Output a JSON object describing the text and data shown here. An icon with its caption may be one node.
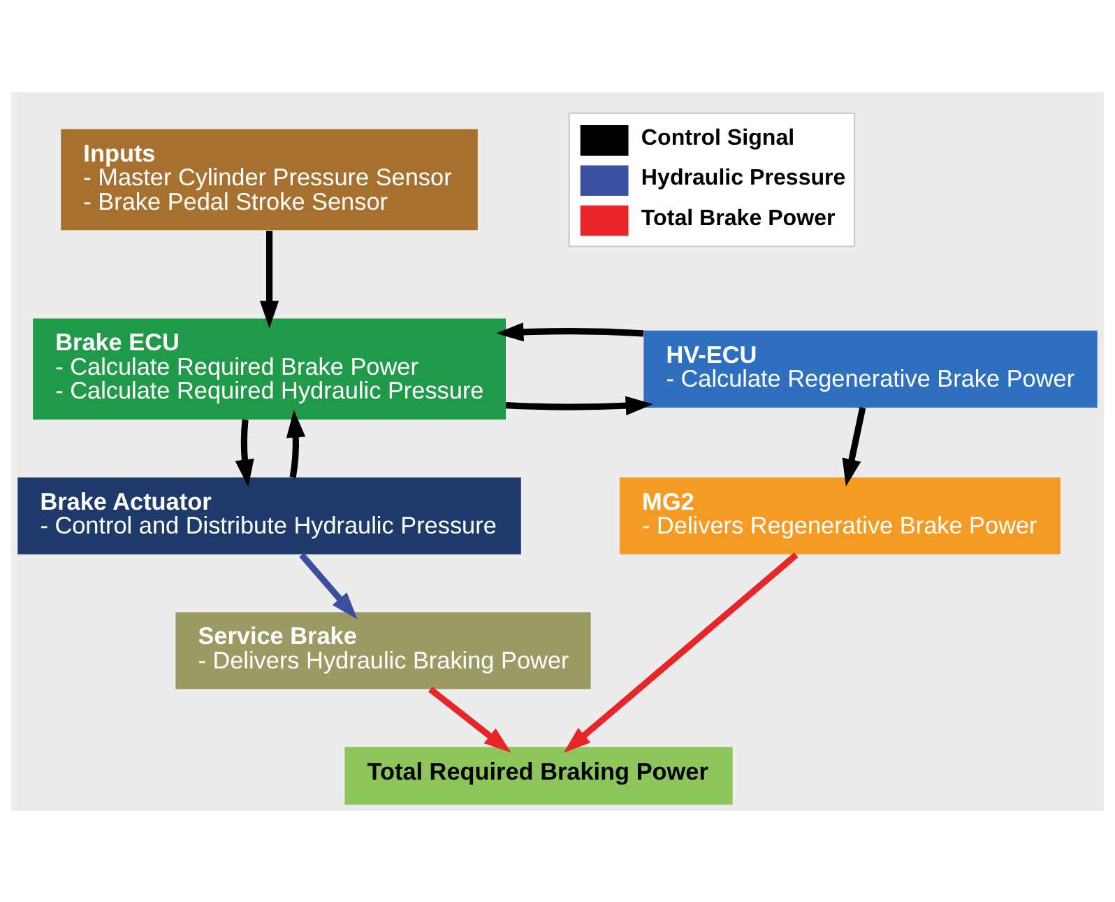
{
  "diagram": {
    "nodes": [
      {
        "text": [
          "Inputs",
          "- Master Cylinder Pressure Sensor",
          "- Brake Pedal Stroke Sensor"
        ]
      },
      {
        "text": [
          "Brake ECU",
          "- Calculate Required Brake Power",
          "- Calculate Required Hydraulic Pressure"
        ]
      },
      {
        "text": [
          "HV-ECU",
          "- Calculate Regenerative Brake Power"
        ]
      },
      {
        "text": [
          "Brake Actuator",
          "- Control and Distribute Hydraulic Pressure"
        ]
      },
      {
        "text": [
          "MG2",
          "- Delivers Regenerative Brake Power"
        ]
      },
      {
        "text": [
          "Service Brake",
          "- Delivers Hydraulic Braking Power"
        ]
      },
      {
        "text": [
          "Total Required Braking Power"
        ]
      }
    ],
    "edges": [
      {
        "from": 0,
        "to": 1,
        "arrow": "to"
      },
      {
        "from": 1,
        "to": 2,
        "arrow": "to"
      },
      {
        "from": 2,
        "to": 1,
        "arrow": "to"
      },
      {
        "from": 1,
        "to": 3,
        "arrow": "to"
      },
      {
        "from": 3,
        "to": 1,
        "arrow": "to"
      },
      {
        "from": 2,
        "to": 4,
        "arrow": "to"
      },
      {
        "from": 3,
        "to": 5,
        "arrow": "to",
        "color": "#3a4fa0"
      },
      {
        "from": 5,
        "to": 6,
        "arrow": "to",
        "color": "#e8262a"
      },
      {
        "from": 4,
        "to": 6,
        "arrow": "to",
        "color": "#e8262a"
      }
    ],
    "legend": [
      {
        "text": "Control Signal",
        "color": "#000000"
      },
      {
        "text": "Hydraulic Pressure",
        "color": "#3a4fa0"
      },
      {
        "text": "Total Brake Power",
        "color": "#e8262a"
      }
    ]
  }
}
